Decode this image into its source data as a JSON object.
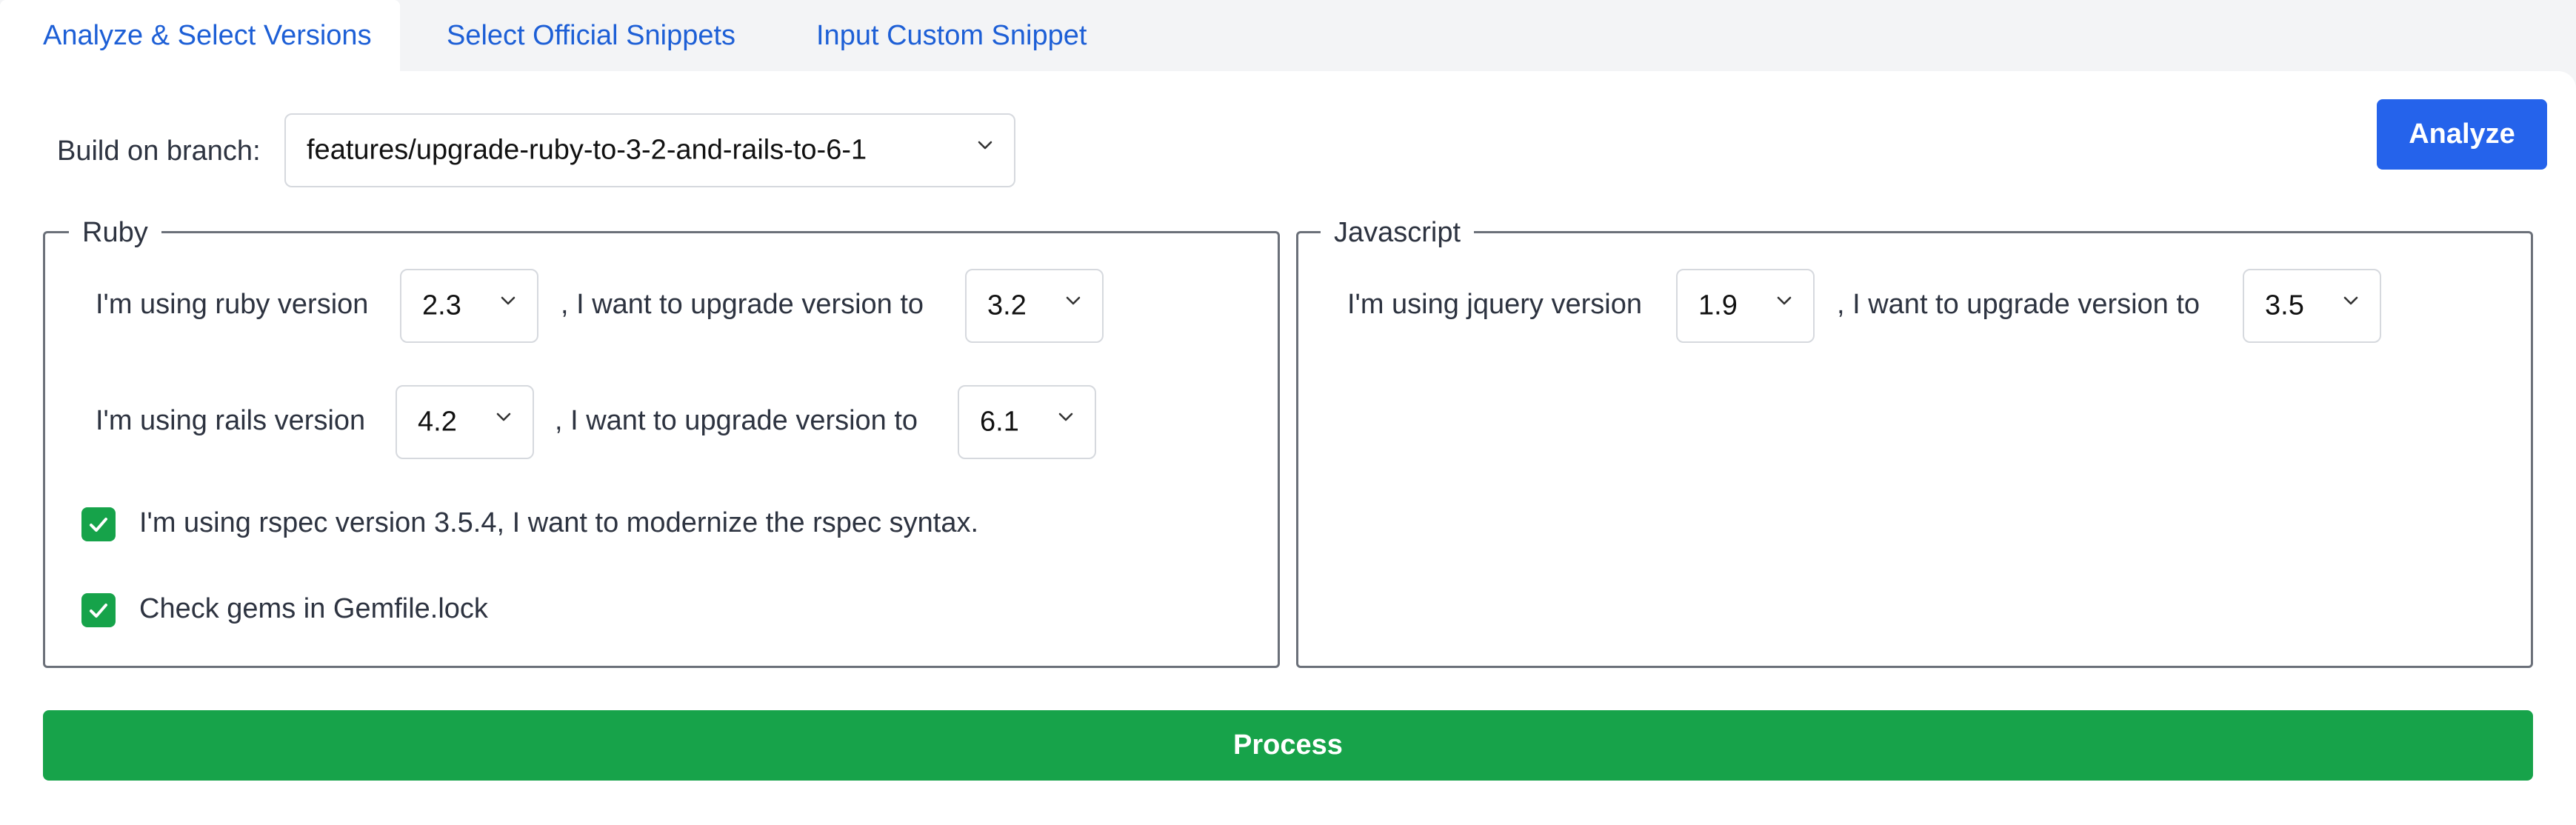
{
  "tabs": [
    {
      "label": "Analyze & Select Versions",
      "active": true
    },
    {
      "label": "Select Official Snippets",
      "active": false
    },
    {
      "label": "Input Custom Snippet",
      "active": false
    }
  ],
  "branch": {
    "label": "Build on branch:",
    "value": "features/upgrade-ruby-to-3-2-and-rails-to-6-1"
  },
  "analyze_label": "Analyze",
  "ruby": {
    "legend": "Ruby",
    "ruby_prefix": "I'm using ruby version",
    "ruby_current": "2.3",
    "ruby_mid": ", I want to upgrade version to",
    "ruby_target": "3.2",
    "rails_prefix": "I'm using rails version",
    "rails_current": "4.2",
    "rails_mid": ", I want to upgrade version to",
    "rails_target": "6.1",
    "rspec_label": "I'm using rspec version 3.5.4, I want to modernize the rspec syntax.",
    "rspec_checked": true,
    "gems_label": "Check gems in Gemfile.lock",
    "gems_checked": true
  },
  "javascript": {
    "legend": "Javascript",
    "jquery_prefix": "I'm using jquery version",
    "jquery_current": "1.9",
    "jquery_mid": ", I want to upgrade version to",
    "jquery_target": "3.5"
  },
  "process_label": "Process",
  "colors": {
    "primary_blue": "#2563eb",
    "tab_blue": "#1d5fd6",
    "process_green": "#17a34a",
    "checkbox_green": "#16a34a"
  },
  "icons": {
    "select_chevron": "chevron-down-icon",
    "checkbox_mark": "checkmark-icon"
  }
}
